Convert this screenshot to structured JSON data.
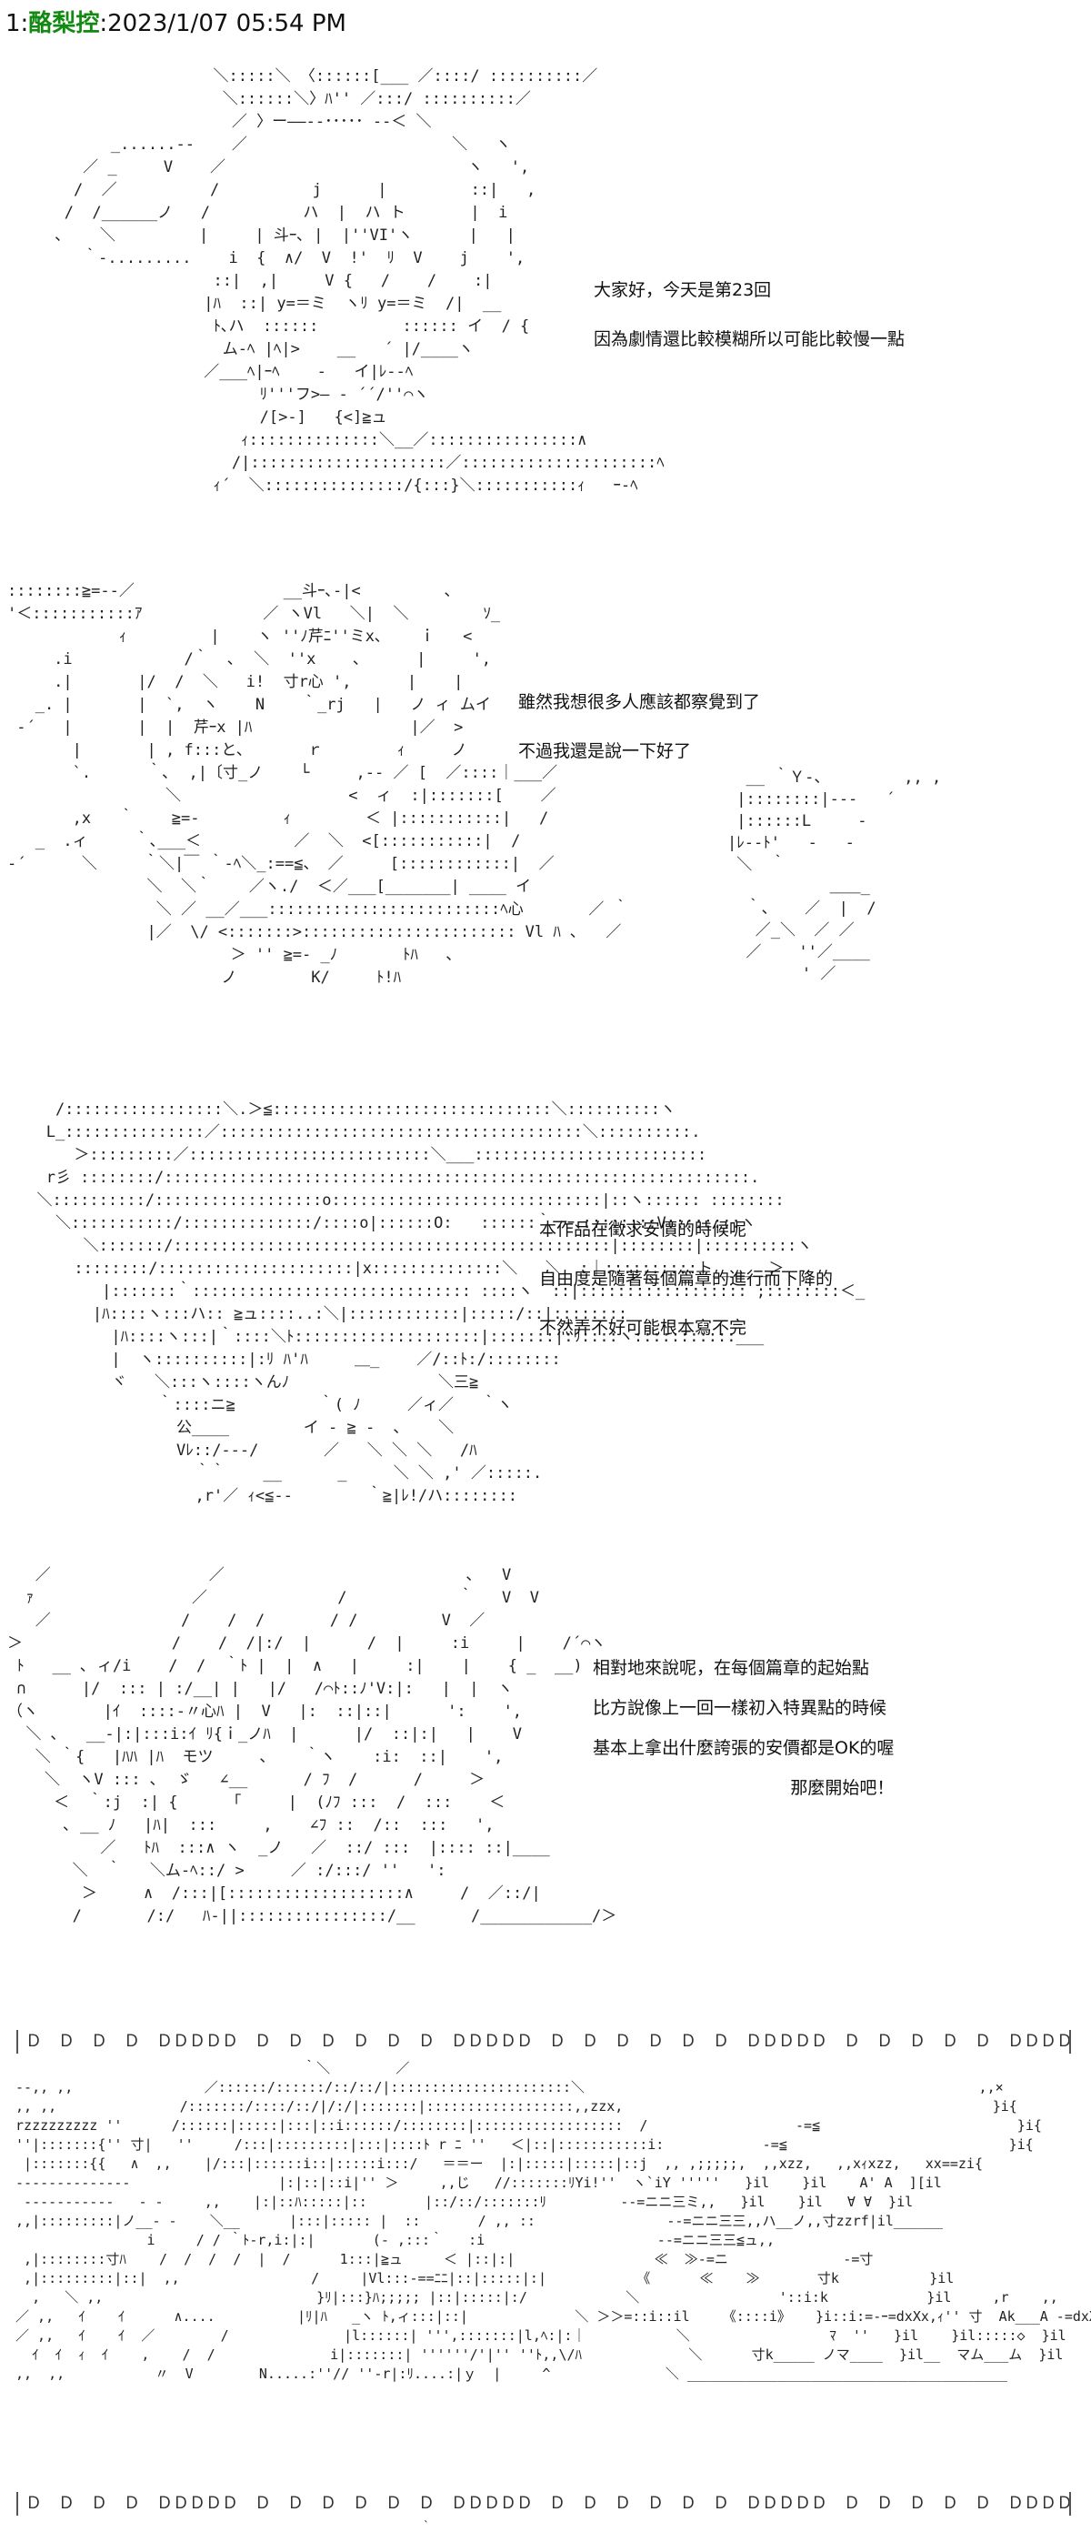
{
  "post": {
    "number": "1:",
    "author": "酪梨控",
    "timestamp": ":2023/1/07 05:54 PM"
  },
  "panels": [
    {
      "dialog": [
        "大家好，今天是第23回",
        "因為劇情還比較模糊所以可能比較慢一點"
      ]
    },
    {
      "dialog": [
        "雖然我想很多人應該都察覺到了",
        "不過我還是說一下好了"
      ]
    },
    {
      "dialog": [
        "本作品在徵求安價的時候呢",
        "自由度是隨著每個篇章的進行而下降的",
        "不然弄不好可能根本寫不完"
      ]
    },
    {
      "dialog": [
        "相對地來說呢，在每個篇章的起始點",
        "比方說像上一回一樣初入特異點的時候",
        "基本上拿出什麼誇張的安價都是OK的喔",
        "那麼開始吧！"
      ]
    }
  ],
  "ruler": {
    "top": "Ｄ　Ｄ　Ｄ　Ｄ　ＤＤＤＤＤ　Ｄ　Ｄ　Ｄ　Ｄ　Ｄ　Ｄ　ＤＤＤＤＤ　Ｄ　Ｄ　Ｄ　Ｄ　Ｄ　Ｄ　ＤＤＤＤＤ　Ｄ　Ｄ　Ｄ　Ｄ　Ｄ　ＤＤＤＤＤ",
    "bottom": "Ｄ　Ｄ　Ｄ　Ｄ　ＤＤＤＤＤ　Ｄ　Ｄ　Ｄ　Ｄ　Ｄ　Ｄ　ＤＤＤＤＤ　Ｄ　Ｄ　Ｄ　Ｄ　Ｄ　Ｄ　ＤＤＤＤＤ　Ｄ　Ｄ　Ｄ　Ｄ　Ｄ　ＤＤＤＤＤ"
  }
}
